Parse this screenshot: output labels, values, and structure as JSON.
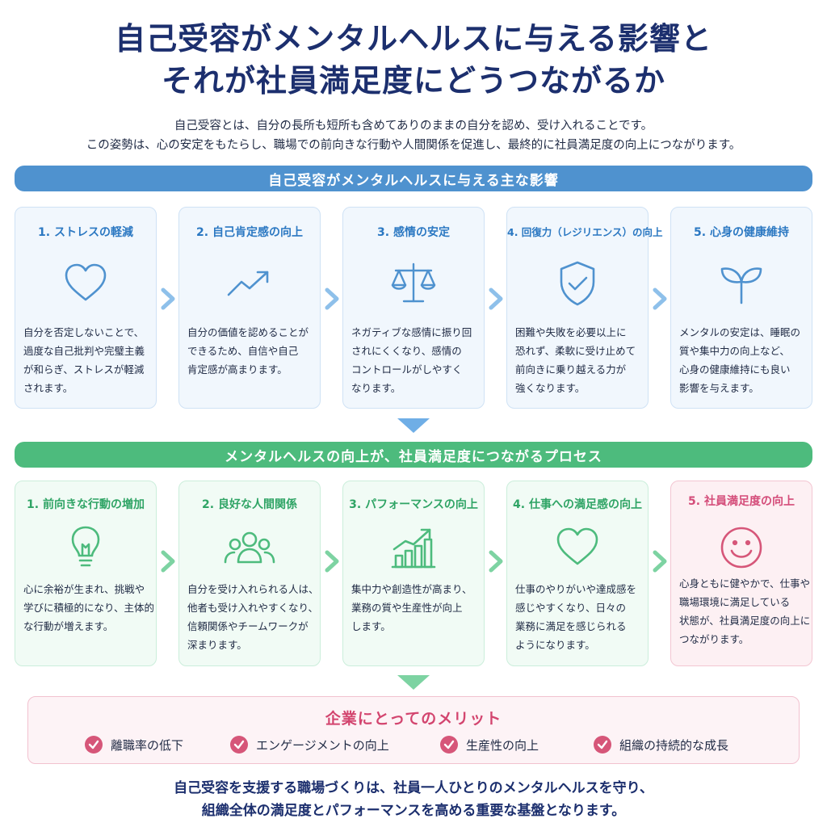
{
  "title": {
    "line1": "自己受容がメンタルヘルスに与える影響と",
    "line2": "それが社員満足度にどうつながるか"
  },
  "intro": {
    "line1": "自己受容とは、自分の長所も短所も含めてありのままの自分を認め、受け入れることです。",
    "line2": "この姿勢は、心の安定をもたらし、職場での前向きな行動や人間関係を促進し、最終的に社員満足度の向上につながります。"
  },
  "section1": {
    "heading": "自己受容がメンタルヘルスに与える主な影響",
    "cards": [
      {
        "title": "1. ストレスの軽減",
        "icon": "heart-icon",
        "desc": [
          "自分を否定しないことで、",
          "過度な自己批判や完璧主義",
          "が和らぎ、ストレスが軽減",
          "されます。"
        ]
      },
      {
        "title": "2. 自己肯定感の向上",
        "icon": "trend-up-icon",
        "desc": [
          "自分の価値を認めることが",
          "できるため、自信や自己",
          "肯定感が高まります。"
        ]
      },
      {
        "title": "3. 感情の安定",
        "icon": "scale-icon",
        "desc": [
          "ネガティブな感情に振り回",
          "されにくくなり、感情の",
          "コントロールがしやすく",
          "なります。"
        ]
      },
      {
        "title": "4. 回復力（レジリエンス）の向上",
        "icon": "shield-check-icon",
        "desc": [
          "困難や失敗を必要以上に",
          "恐れず、柔軟に受け止めて",
          "前向きに乗り越える力が",
          "強くなります。"
        ]
      },
      {
        "title": "5. 心身の健康維持",
        "icon": "sprout-icon",
        "desc": [
          "メンタルの安定は、睡眠の",
          "質や集中力の向上など、",
          "心身の健康維持にも良い",
          "影響を与えます。"
        ]
      }
    ]
  },
  "section2": {
    "heading": "メンタルヘルスの向上が、社員満足度につながるプロセス",
    "cards": [
      {
        "title": "1. 前向きな行動の増加",
        "icon": "lightbulb-icon",
        "desc": [
          "心に余裕が生まれ、挑戦や",
          "学びに積極的になり、主体的",
          "な行動が増えます。"
        ]
      },
      {
        "title": "2. 良好な人間関係",
        "icon": "people-icon",
        "desc": [
          "自分を受け入れられる人は、",
          "他者も受け入れやすくなり、",
          "信頼関係やチームワークが",
          "深まります。"
        ]
      },
      {
        "title": "3. パフォーマンスの向上",
        "icon": "bar-chart-up-icon",
        "desc": [
          "集中力や創造性が高まり、",
          "業務の質や生産性が向上",
          "します。"
        ]
      },
      {
        "title": "4. 仕事への満足感の向上",
        "icon": "heart-icon",
        "desc": [
          "仕事のやりがいや達成感を",
          "感じやすくなり、日々の",
          "業務に満足を感じられる",
          "ようになります。"
        ]
      },
      {
        "title": "5. 社員満足度の向上",
        "icon": "smile-icon",
        "desc": [
          "心身ともに健やかで、仕事や",
          "職場環境に満足している",
          "状態が、社員満足度の向上に",
          "つながります。"
        ]
      }
    ]
  },
  "merits": {
    "heading": "企業にとってのメリット",
    "items": [
      "離職率の低下",
      "エンゲージメントの向上",
      "生産性の向上",
      "組織の持続的な成長"
    ]
  },
  "footer": {
    "line1": "自己受容を支援する職場づくりは、社員一人ひとりのメンタルヘルスを守り、",
    "line2": "組織全体の満足度とパフォーマンスを高める重要な基盤となります。"
  },
  "colors": {
    "navy": "#1c2f6e",
    "blue": "#4f92cf",
    "green": "#4dbb7d",
    "pink": "#d3456f"
  }
}
